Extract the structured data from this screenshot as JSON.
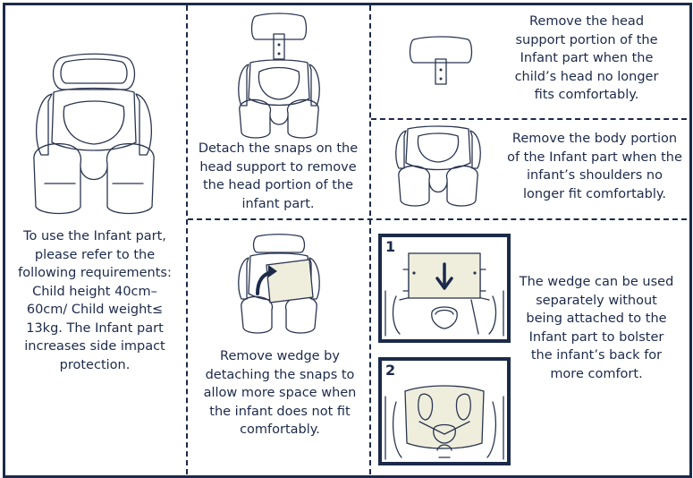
{
  "panels": {
    "intro": "To use the Infant part, please refer to the following requirements: Child height 40cm–60cm/ Child weight≤ 13kg. The Infant part increases side impact protection.",
    "detach_head": "Detach the snaps on the head support to remove the head portion of the infant part.",
    "remove_head": "Remove the head support portion of the Infant part when the child’s head no longer fits comfortably.",
    "remove_body": "Remove the body portion of the Infant part when the infant’s shoulders no longer fit comfortably.",
    "remove_wedge": "Remove wedge by detaching the snaps to allow more space when the infant does not fit comfortably.",
    "wedge_use": "The wedge can be used separately without being attached to the Infant part to bolster the infant’s back for more comfort."
  },
  "steps": {
    "step1": "1",
    "step2": "2"
  },
  "colors": {
    "line": "#1c2a4a",
    "wedge_fill": "#efeedd"
  },
  "icons": [
    "infant-insert-icon",
    "arrow-down-icon",
    "curved-arrow-icon"
  ]
}
